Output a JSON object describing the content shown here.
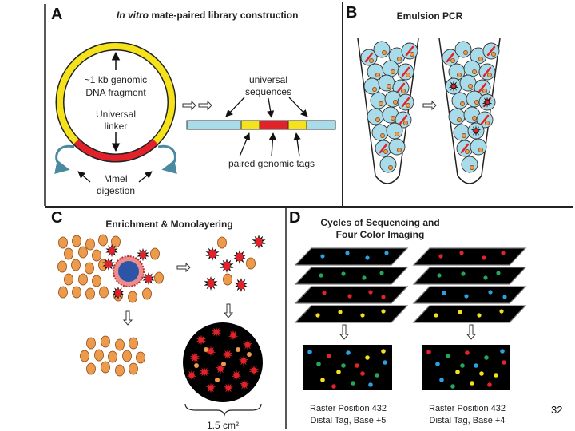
{
  "panels": {
    "a": {
      "letter": "A",
      "title_italic": "In vitro",
      "title_rest": " mate-paired library construction",
      "fragment_line1": "~1 kb genomic",
      "fragment_line2": "DNA fragment",
      "linker_line1": "Universal",
      "linker_line2": "linker",
      "universal_line1": "universal",
      "universal_line2": "sequences",
      "paired_tags": "paired genomic tags",
      "digestion_line1": "MmeI",
      "digestion_line2": "digestion"
    },
    "b": {
      "letter": "B",
      "title": "Emulsion PCR"
    },
    "c": {
      "letter": "C",
      "title": "Enrichment & Monolayering",
      "area_label": "1.5 cm²"
    },
    "d": {
      "letter": "D",
      "title_line1": "Cycles of Sequencing and",
      "title_line2": "Four Color Imaging",
      "left_caption1": "Raster Position 432",
      "left_caption2": "Distal Tag, Base +5",
      "right_caption1": "Raster Position 432",
      "right_caption2": "Distal Tag, Base +4"
    }
  },
  "page_number": "32",
  "colors": {
    "yellow": "#f5e21a",
    "red": "#e2222b",
    "light_blue": "#a9dcea",
    "bead_orange": "#ee9a4c",
    "dye_blue": "#2aa0de",
    "dye_green": "#24a55a",
    "dye_red": "#e3222c",
    "dye_yellow": "#f2e01f",
    "capture_bead_blue": "#2c55a8"
  }
}
